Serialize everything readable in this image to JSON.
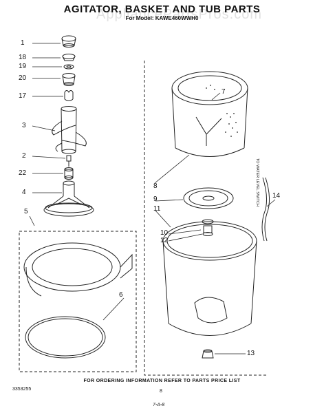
{
  "title": "AGITATOR, BASKET AND TUB PARTS",
  "subtitle": "For Model: KAWE460WWH0",
  "watermark": "AppliancePartsPros.com",
  "footer_note": "FOR ORDERING INFORMATION REFER TO PARTS PRICE LIST",
  "doc_number": "3353255",
  "page_number": "8",
  "page_code": "7-A-8",
  "side_label": "TO WATER LEVEL SWITCH",
  "callouts": [
    "1",
    "18",
    "19",
    "20",
    "17",
    "3",
    "2",
    "22",
    "4",
    "5",
    "6",
    "7",
    "8",
    "9",
    "11",
    "10",
    "12",
    "13",
    "14"
  ]
}
